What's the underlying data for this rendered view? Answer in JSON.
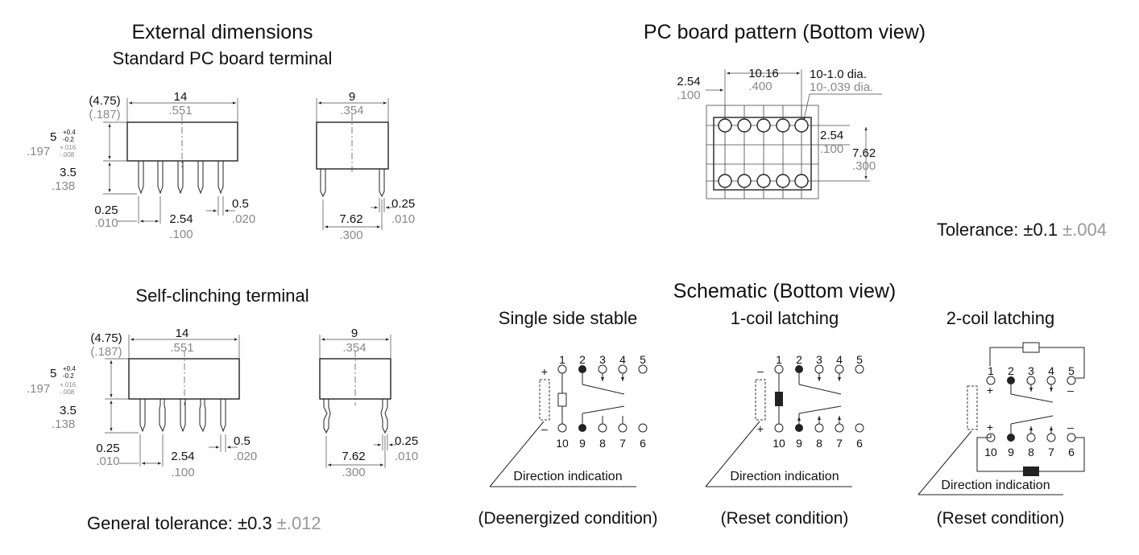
{
  "external": {
    "title": "External dimensions",
    "standard_title": "Standard PC board terminal",
    "self_title": "Self-clinching terminal"
  },
  "dims": {
    "d475": "(4.75)",
    "d475i": "(.187)",
    "d14": "14",
    "d14i": ".551",
    "d5": "5",
    "d5_tol_plus": "+0.4",
    "d5_tol_minus": "-0.2",
    "d197": ".197",
    "d197_tol_plus": "+.016",
    "d197_tol_minus": "-.008",
    "d35": "3.5",
    "d35i": ".138",
    "d025": "0.25",
    "d025i": ".010",
    "d254": "2.54",
    "d254i": ".100",
    "d05": "0.5",
    "d05i": ".020",
    "d9": "9",
    "d9i": ".354",
    "d762": "7.62",
    "d762i": ".300"
  },
  "general_tolerance": {
    "label": "General tolerance: ±0.3",
    "inch": "±.012"
  },
  "pcb": {
    "title": "PC board pattern (Bottom view)",
    "d254": "2.54",
    "d254i": ".100",
    "d1016": "10.16",
    "d1016i": ".400",
    "hole": "10-1.0 dia.",
    "holei": "10-.039 dia.",
    "d254b": "2.54",
    "d254bi": ".100",
    "d762": "7.62",
    "d762i": ".300",
    "tolerance": "Tolerance: ±0.1",
    "tolerance_inch": "±.004"
  },
  "schematic": {
    "title": "Schematic (Bottom view)",
    "direction": "Direction indication",
    "pins_top": [
      "1",
      "2",
      "3",
      "4",
      "5"
    ],
    "pins_bottom": [
      "10",
      "9",
      "8",
      "7",
      "6"
    ],
    "plus": "+",
    "minus": "–",
    "single": {
      "title": "Single side stable",
      "caption": "(Deenergized condition)"
    },
    "one_coil": {
      "title": "1-coil latching",
      "caption": "(Reset condition)"
    },
    "two_coil": {
      "title": "2-coil latching",
      "caption": "(Reset condition)"
    }
  }
}
